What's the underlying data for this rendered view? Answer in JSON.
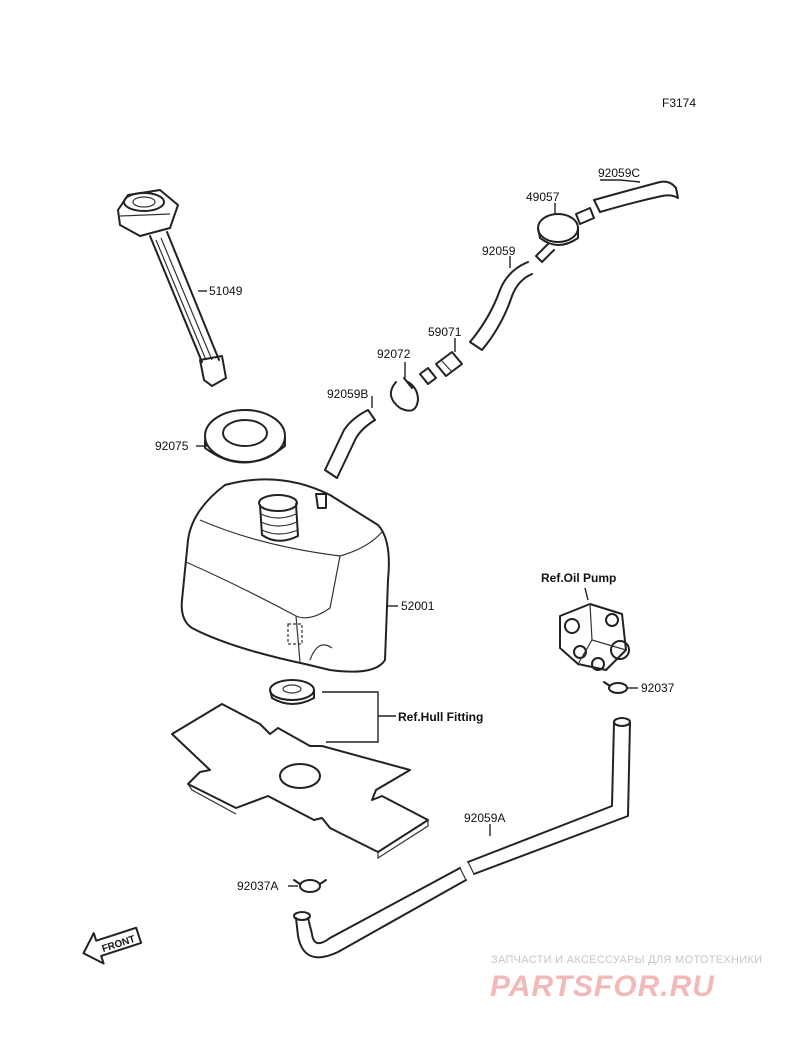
{
  "figure_id": "F3174",
  "parts": {
    "p51049": "51049",
    "p92075": "92075",
    "p52001": "52001",
    "p92059B": "92059B",
    "p92072": "92072",
    "p59071": "59071",
    "p92059": "92059",
    "p49057": "49057",
    "p92059C": "92059C",
    "p92037": "92037",
    "p92059A": "92059A",
    "p92037A": "92037A"
  },
  "references": {
    "oil_pump": "Ref.Oil Pump",
    "hull_fitting": "Ref.Hull Fitting"
  },
  "front_arrow": "FRONT",
  "watermark": {
    "line1": "ЗАПЧАСТИ И АКСЕССУАРЫ ДЛЯ МОТОТЕХНИКИ",
    "line2": "PARTSFOR.RU"
  }
}
